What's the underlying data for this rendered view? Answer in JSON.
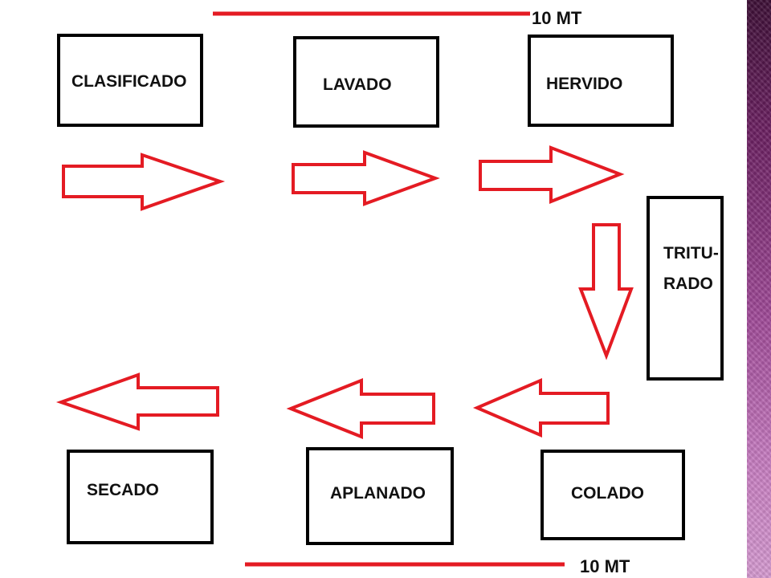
{
  "diagram": {
    "top_dimension": "10 MT",
    "bottom_dimension": "10 MT",
    "steps": {
      "clasificado": "CLASIFICADO",
      "lavado": "LAVADO",
      "hervido": "HERVIDO",
      "triturado_line1": "TRITU-",
      "triturado_line2": "RADO",
      "colado": "COLADO",
      "aplanado": "APLANADO",
      "secado": "SECADO"
    }
  },
  "colors": {
    "arrow_stroke": "#e41b23",
    "box_stroke": "#000000",
    "side_strip": "#8e3a86"
  }
}
